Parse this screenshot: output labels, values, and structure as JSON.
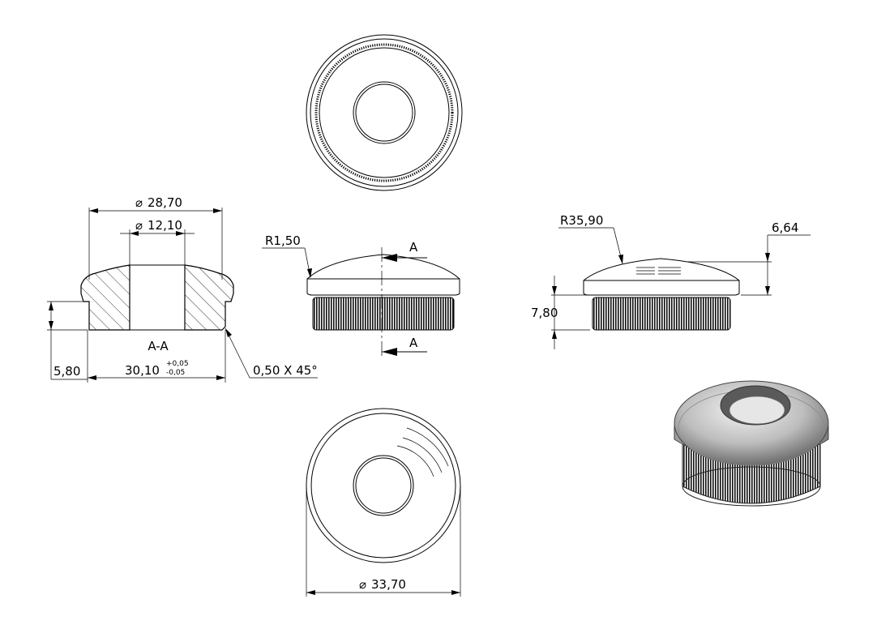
{
  "section": {
    "label": "A-A",
    "outer_diameter": "28,70",
    "bore_diameter": "12,10",
    "height": "5,80",
    "base_width": "30,10",
    "tol_upper": "+0,05",
    "tol_lower": "-0,05",
    "chamfer": "0,50 X 45°"
  },
  "front_view": {
    "edge_radius": "R1,50",
    "cut_marker": "A"
  },
  "side_view": {
    "dome_radius": "R35,90",
    "dome_height": "6,64",
    "knurl_height": "7,80"
  },
  "bottom_view": {
    "diameter": "33,70"
  },
  "symbols": {
    "diameter": "⌀"
  }
}
